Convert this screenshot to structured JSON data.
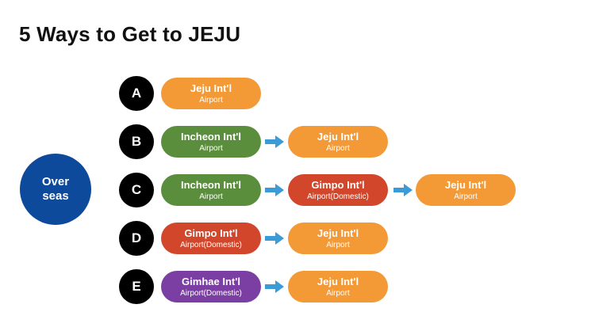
{
  "title": "5 Ways to Get to JEJU",
  "origin": {
    "line1": "Over",
    "line2": "seas"
  },
  "colors": {
    "origin": "#0d4a9b",
    "letter": "#000000",
    "orange": "#f39a36",
    "green": "#5b8e3c",
    "red": "#d2472b",
    "purple": "#7b3fa3",
    "arrow": "#3a9bd6"
  },
  "routes": [
    {
      "letter": "A",
      "stops": [
        {
          "name": "Jeju Int'l",
          "type": "Airport",
          "color": "orange"
        }
      ]
    },
    {
      "letter": "B",
      "stops": [
        {
          "name": "Incheon Int'l",
          "type": "Airport",
          "color": "green"
        },
        {
          "name": "Jeju Int'l",
          "type": "Airport",
          "color": "orange"
        }
      ]
    },
    {
      "letter": "C",
      "stops": [
        {
          "name": "Incheon Int'l",
          "type": "Airport",
          "color": "green"
        },
        {
          "name": "Gimpo Int'l",
          "type": "Airport(Domestic)",
          "color": "red"
        },
        {
          "name": "Jeju Int'l",
          "type": "Airport",
          "color": "orange"
        }
      ]
    },
    {
      "letter": "D",
      "stops": [
        {
          "name": "Gimpo Int'l",
          "type": "Airport(Domestic)",
          "color": "red"
        },
        {
          "name": "Jeju Int'l",
          "type": "Airport",
          "color": "orange"
        }
      ]
    },
    {
      "letter": "E",
      "stops": [
        {
          "name": "Gimhae Int'l",
          "type": "Airport(Domestic)",
          "color": "purple"
        },
        {
          "name": "Jeju Int'l",
          "type": "Airport",
          "color": "orange"
        }
      ]
    }
  ]
}
